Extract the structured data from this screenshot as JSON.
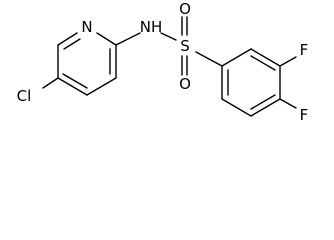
{
  "molecule": {
    "atoms": {
      "cl": "Cl",
      "n_pyridine": "N",
      "nh": "NH",
      "s": "S",
      "o_top": "O",
      "o_bottom": "O",
      "f_upper": "F",
      "f_lower": "F"
    }
  }
}
